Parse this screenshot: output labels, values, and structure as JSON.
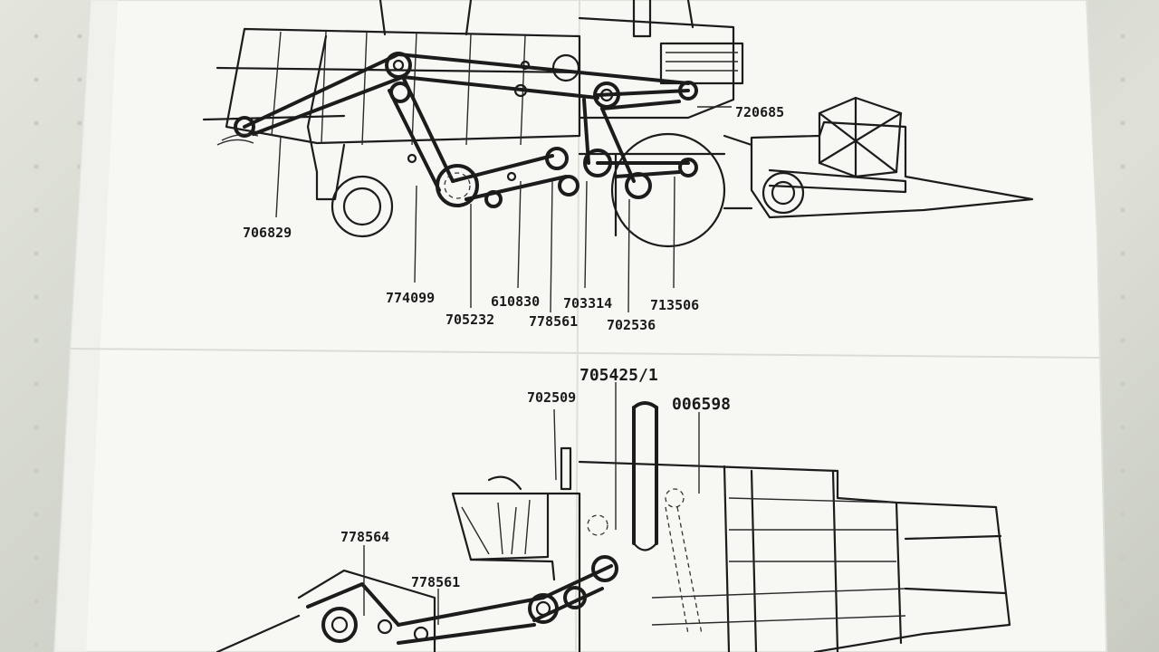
{
  "part_labels": {
    "top": {
      "p1": "706829",
      "p2": "720685",
      "p3": "774099",
      "p4": "705232",
      "p5": "610830",
      "p6": "778561",
      "p7": "703314",
      "p8": "702536",
      "p9": "713506"
    },
    "bottom": {
      "p1": "705425/1",
      "p2": "702509",
      "p3": "006598",
      "p4": "778564",
      "p5": "778561"
    }
  },
  "colors": {
    "paper": "#f7f7f5",
    "ink": "#1c1c1c",
    "table": "#d9dcd3"
  }
}
